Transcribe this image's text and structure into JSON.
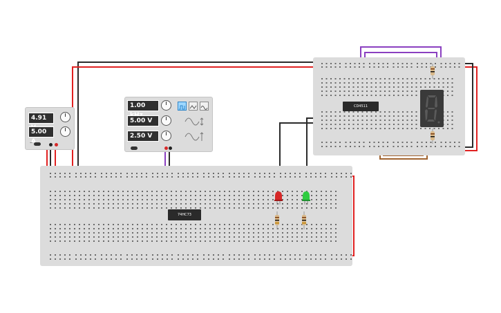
{
  "power_supply": {
    "voltage": "4.91 V",
    "current": "5.00 A",
    "terminal_neg": "−",
    "terminal_pos": "+"
  },
  "function_generator": {
    "frequency": "1.00 kHz",
    "amplitude": "5.00 V",
    "offset": "2.50 V",
    "waveforms": [
      "square-wave",
      "triangle-wave",
      "sine-wave"
    ],
    "selected_waveform": "square-wave"
  },
  "chips": {
    "main": "74HC73",
    "decoder": "CD4511"
  },
  "leds": {
    "left_color": "#d62828",
    "right_color": "#2ecc40"
  },
  "seven_segment": {
    "color": "#3a3a3a"
  },
  "colors": {
    "wire_red": "#e02020",
    "wire_black": "#2a2a2a",
    "wire_blue": "#1f8fd6",
    "wire_purple": "#8a3fc0",
    "wire_yellow": "#f5b800",
    "wire_orange": "#e67e22",
    "wire_brown": "#a0622e",
    "breadboard": "#dcdcdc"
  }
}
